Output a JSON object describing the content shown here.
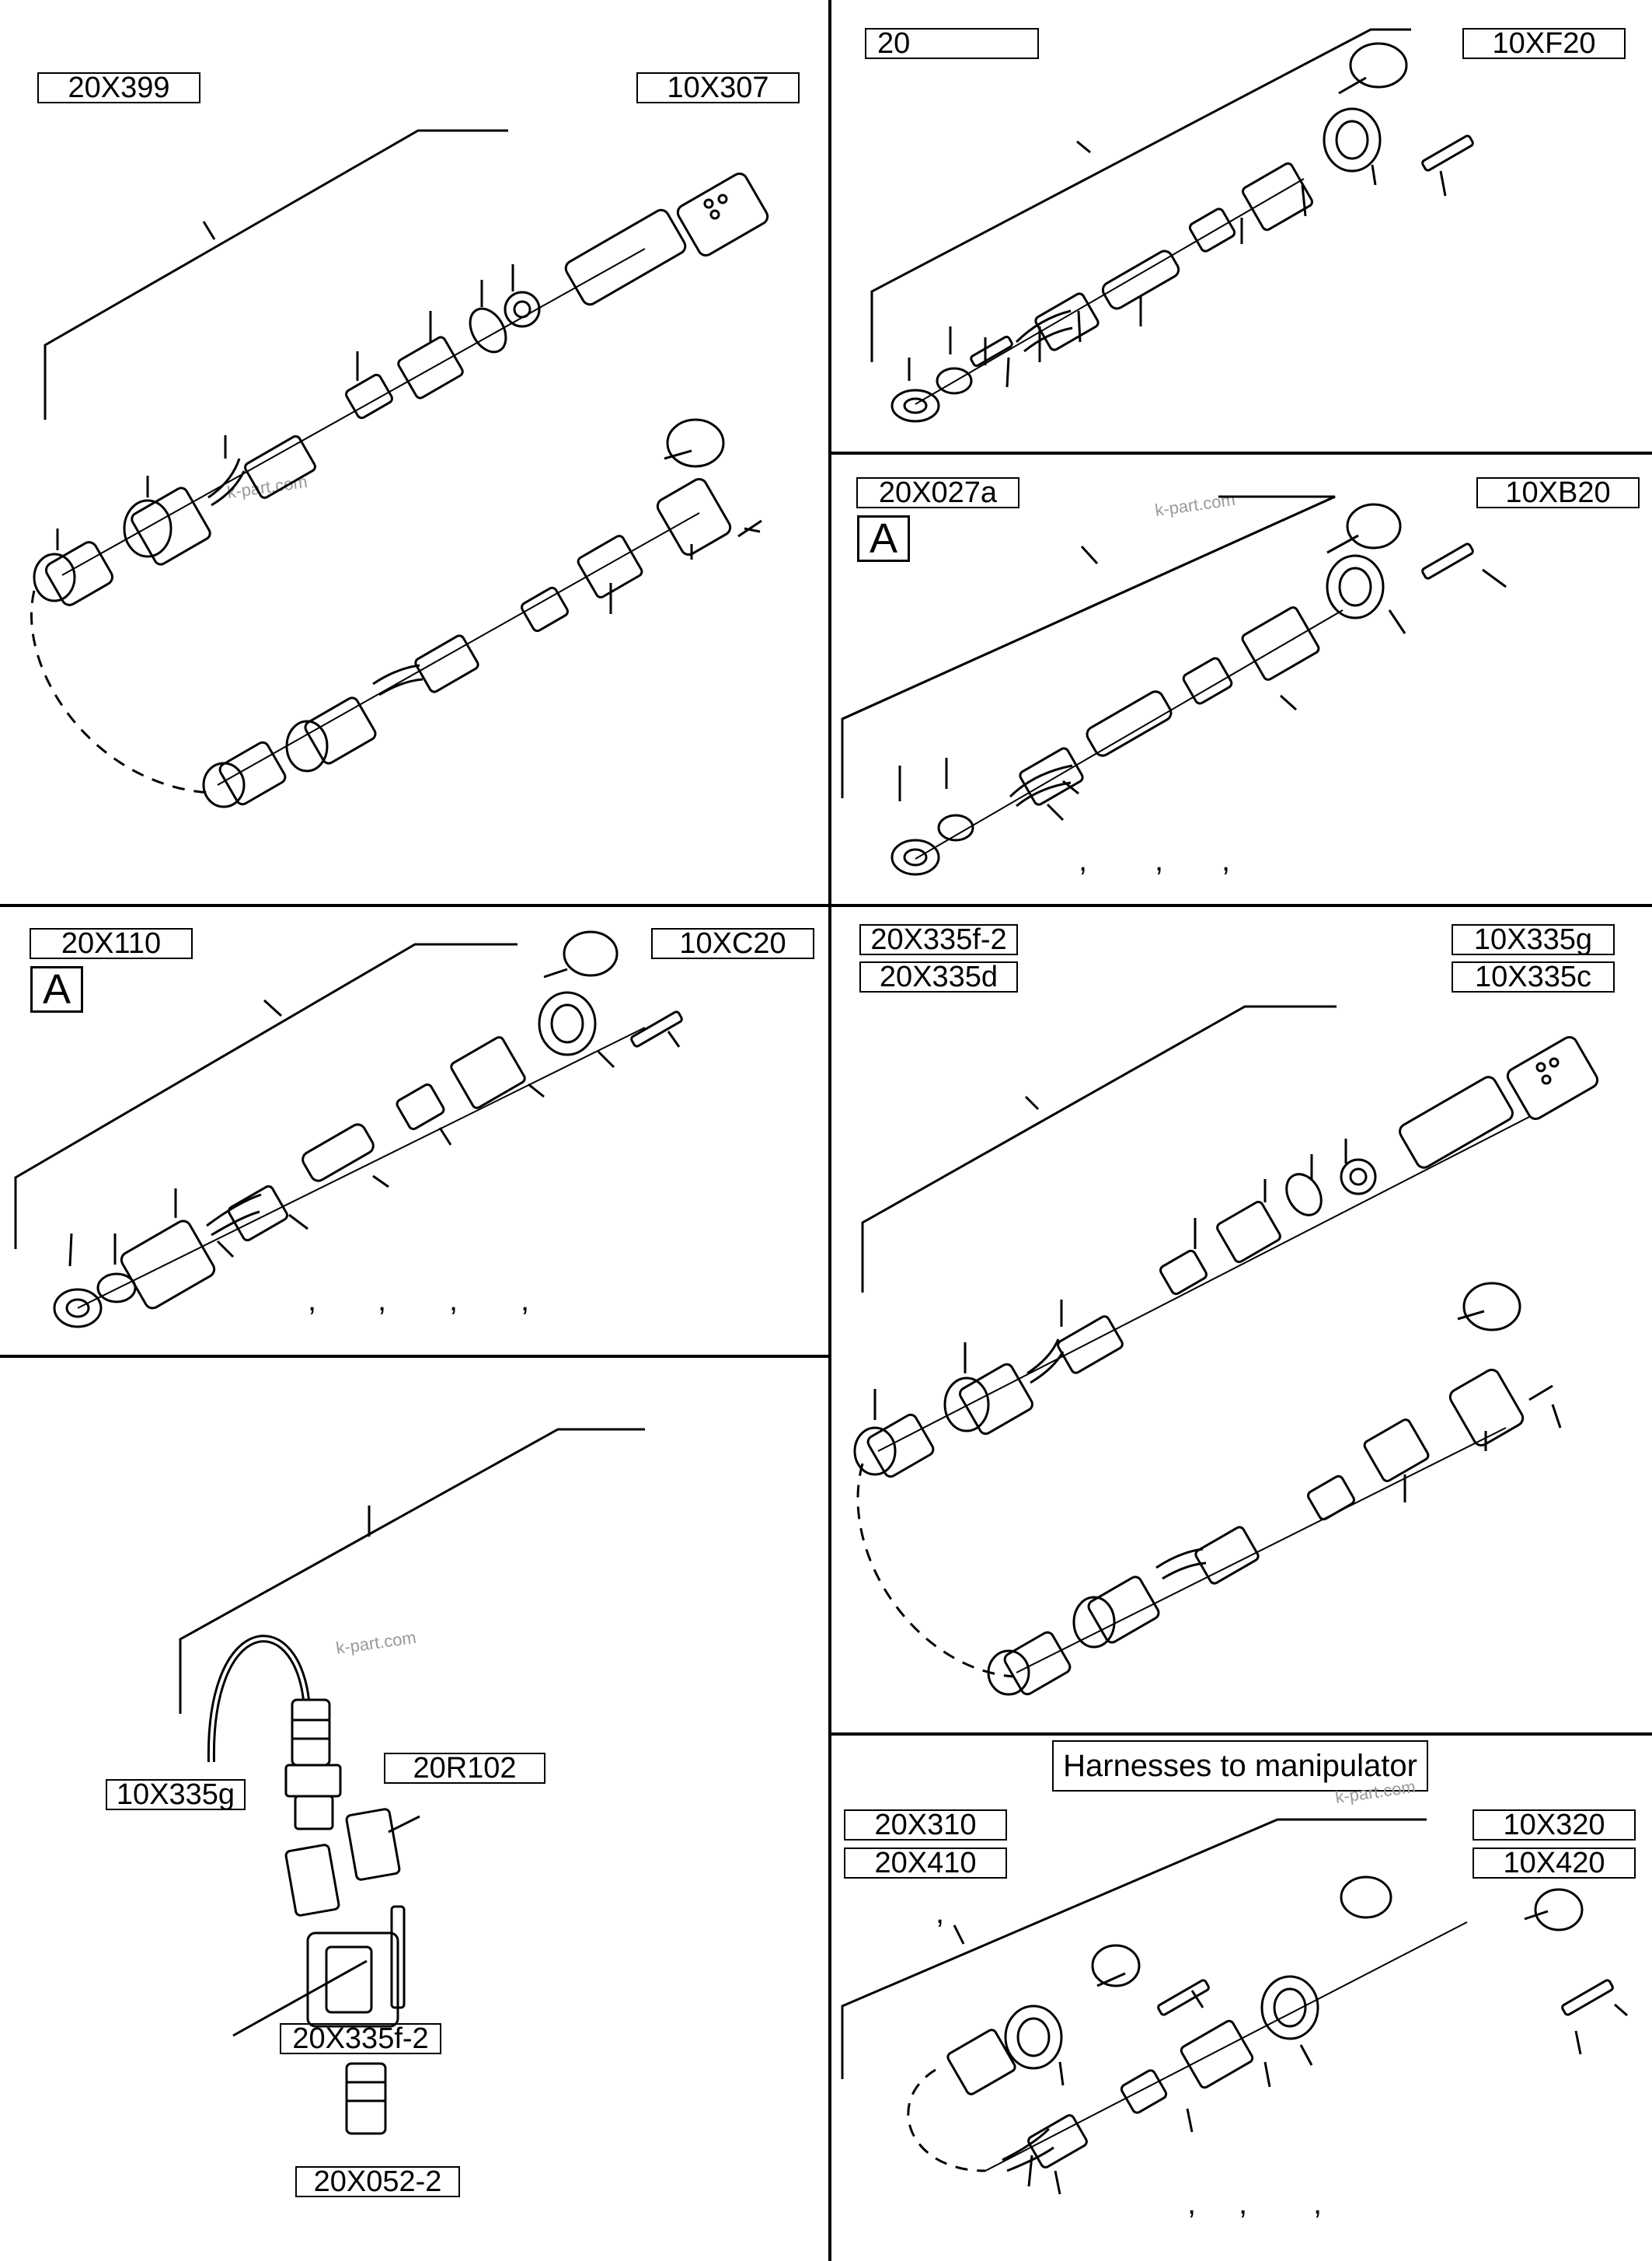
{
  "panels": {
    "p1": {
      "label_left": "20X399",
      "label_right": "10X307",
      "watermark": "k-part.com"
    },
    "p2": {
      "label_left": "20",
      "label_right": "10XF20"
    },
    "p3": {
      "label_left": "20X027a",
      "label_right": "10XB20",
      "marker": "A",
      "watermark": "k-part.com",
      "commas": [
        ",",
        ",",
        ","
      ]
    },
    "p4": {
      "label_left": "20X110",
      "label_right": "10XC20",
      "marker": "A",
      "commas": [
        ",",
        ",",
        ",",
        ","
      ]
    },
    "p5": {
      "label_left_1": "20X335f-2",
      "label_left_2": "20X335d",
      "label_right_1": "10X335g",
      "label_right_2": "10X335c"
    },
    "p6": {
      "watermark": "k-part.com",
      "label_sensor": "10X335g",
      "label_r102": "20R102",
      "label_conn": "20X335f-2",
      "label_bottom": "20X052-2"
    },
    "p7": {
      "title": "Harnesses to manipulator",
      "watermark": "k-part.com",
      "label_left_1": "20X310",
      "label_left_2": "20X410",
      "label_right_1": "10X320",
      "label_right_2": "10X420",
      "comma_top": ",",
      "commas": [
        ",",
        ",",
        ","
      ]
    }
  }
}
